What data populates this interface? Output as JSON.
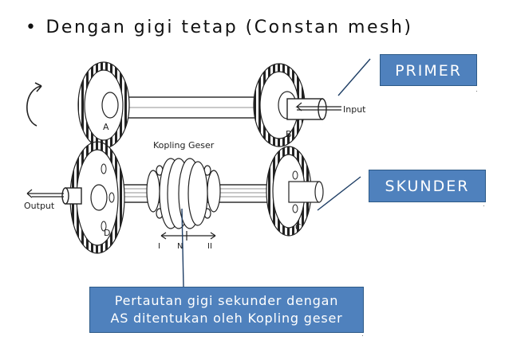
{
  "slide": {
    "bullet": "•",
    "title": "Dengan gigi tetap (Constan mesh)"
  },
  "diagram": {
    "labels": {
      "gear_a": "A",
      "gear_b": "B",
      "gear_c": "C",
      "gear_d": "D",
      "input": "Input",
      "output": "Output",
      "coupling": "Kopling Geser",
      "pos_i": "I",
      "pos_n": "N",
      "pos_ii": "II"
    }
  },
  "callouts": {
    "primer": "PRIMER",
    "skunder": "SKUNDER",
    "note_line1": "Pertautan gigi sekunder dengan",
    "note_line2": "AS ditentukan oleh Kopling geser"
  },
  "colors": {
    "callout_fill": "#4f81bd",
    "callout_border": "#2d5a87",
    "line": "#1f3f66"
  }
}
